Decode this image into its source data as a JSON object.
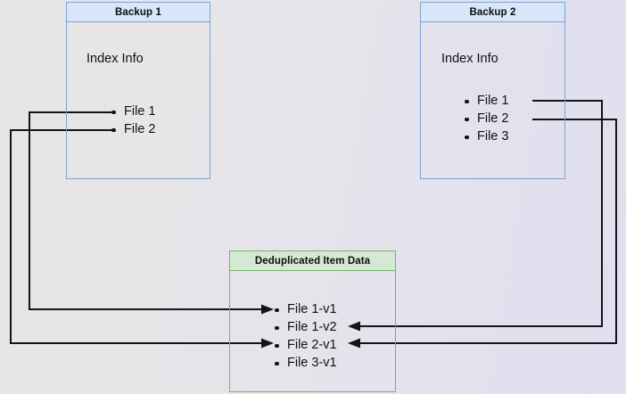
{
  "diagram": {
    "title_hint": "Backup deduplication index diagram",
    "nodes": [
      {
        "id": "backup1",
        "header": "Backup 1",
        "caption": "Index Info",
        "items": [
          "File 1",
          "File 2"
        ]
      },
      {
        "id": "backup2",
        "header": "Backup 2",
        "caption": "Index Info",
        "items": [
          "File 1",
          "File 2",
          "File 3"
        ]
      },
      {
        "id": "dedup",
        "header": "Deduplicated Item Data",
        "caption": "",
        "items": [
          "File 1-v1",
          "File 1-v2",
          "File 2-v1",
          "File 3-v1"
        ]
      }
    ],
    "edges": [
      {
        "from": "backup1.File 1",
        "to": "dedup.File 1-v1"
      },
      {
        "from": "backup1.File 2",
        "to": "dedup.File 2-v1"
      },
      {
        "from": "backup2.File 1",
        "to": "dedup.File 1-v2"
      },
      {
        "from": "backup2.File 2",
        "to": "dedup.File 2-v1"
      }
    ],
    "colors": {
      "backup_border": "#7da2d1",
      "backup_header_fill": "#d7e6f9",
      "dedup_border": "#78b16f",
      "dedup_header_fill": "#d5e8d4",
      "connector": "#141414",
      "canvas_left": "#e8e5e6",
      "canvas_right": "#e1dff0"
    }
  }
}
